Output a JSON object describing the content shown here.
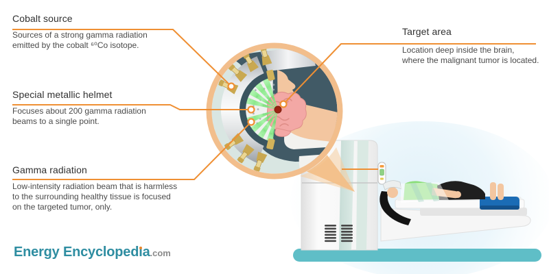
{
  "callouts": [
    {
      "title": "Cobalt source",
      "body": "Sources of a strong gamma radiation\nemitted by the cobalt ⁶⁰Co isotope."
    },
    {
      "title": "Special metallic helmet",
      "body": "Focuses about 200 gamma radiation\nbeams to a single point."
    },
    {
      "title": "Gamma radiation",
      "body": "Low-intensity radiation beam that is harmless\nto the surrounding healthy tissue is focused\non the targeted tumor, only."
    },
    {
      "title": "Target area",
      "body": "Location deep inside the brain,\nwhere the malignant tumor is located."
    }
  ],
  "logo": {
    "text_before_i": "Energy Encycloped",
    "dotless_i": "ı",
    "text_after_i": "a",
    "suffix": ".com"
  },
  "colors": {
    "accent_orange": "#EF8F33",
    "ring_peach": "#F2BE8C",
    "floor_teal": "#5FBEC7",
    "logo_teal": "#2E8DA1",
    "logo_dot_orange": "#E8862C",
    "beam_green": "#82E882",
    "brain_pink": "#F3A8A5",
    "tumor_red": "#9B2512",
    "skin": "#F3C6A0",
    "helmet_slate": "#415A66",
    "cobalt_gold": "#EAD693",
    "shirt_green": "#8BDE7A",
    "cushion_blue": "#1B6CB5"
  }
}
